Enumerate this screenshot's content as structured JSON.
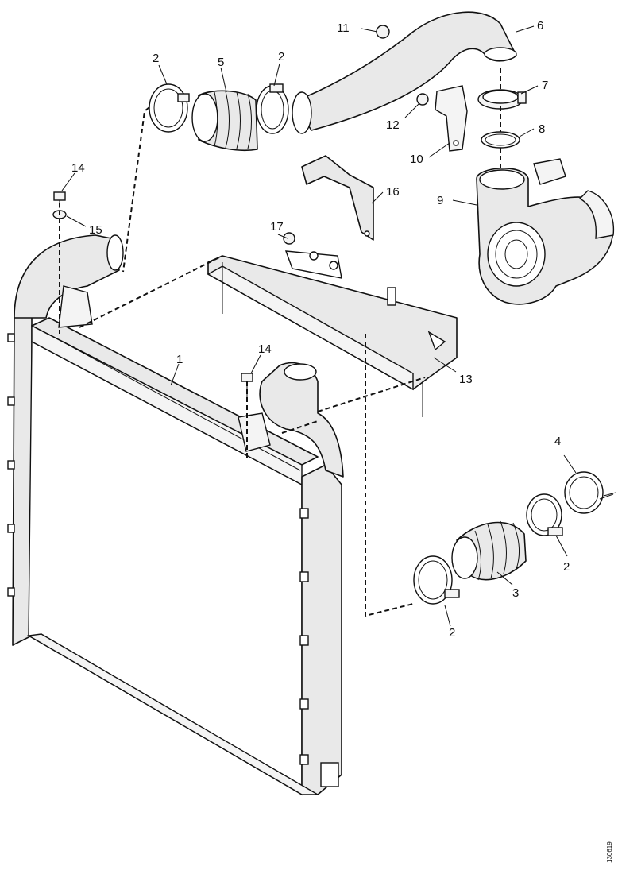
{
  "callouts": {
    "c1": "1",
    "c2a": "2",
    "c2b": "2",
    "c2c": "2",
    "c2d": "2",
    "c3": "3",
    "c4": "4",
    "c5": "5",
    "c6": "6",
    "c7": "7",
    "c8": "8",
    "c9": "9",
    "c10": "10",
    "c11": "11",
    "c12": "12",
    "c13": "13",
    "c14a": "14",
    "c14b": "14",
    "c15": "15",
    "c16": "16",
    "c17": "17"
  },
  "figure_code": "130619"
}
